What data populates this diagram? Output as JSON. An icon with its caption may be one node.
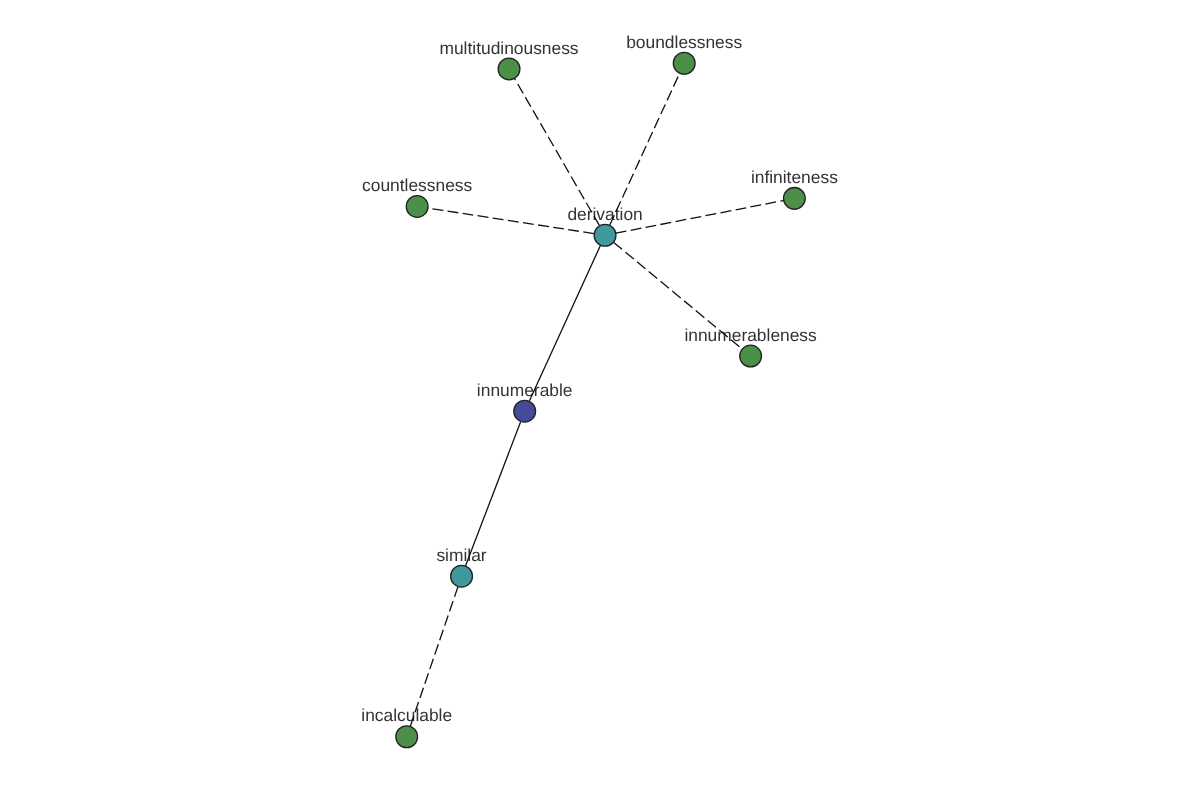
{
  "diagram": {
    "nodes": [
      {
        "text": [
          "multitudinousness"
        ]
      },
      {
        "text": [
          "infiniteness"
        ]
      },
      {
        "text": [
          "innumerableness"
        ]
      },
      {
        "text": [
          "derivation"
        ]
      },
      {
        "text": [
          "boundlessness"
        ]
      },
      {
        "text": [
          "countlessness"
        ]
      },
      {
        "text": [
          "innumerable"
        ]
      },
      {
        "text": [
          "similar"
        ]
      },
      {
        "text": [
          "incalculable"
        ]
      }
    ],
    "edges": [
      {
        "from": 3,
        "to": 0,
        "arrow": "none",
        "style": "dashed"
      },
      {
        "from": 3,
        "to": 1,
        "arrow": "none",
        "style": "dashed"
      },
      {
        "from": 3,
        "to": 2,
        "arrow": "none",
        "style": "dashed"
      },
      {
        "from": 3,
        "to": 4,
        "arrow": "none",
        "style": "dashed"
      },
      {
        "from": 3,
        "to": 5,
        "arrow": "none",
        "style": "dashed"
      },
      {
        "from": 6,
        "to": 3,
        "arrow": "none"
      },
      {
        "from": 6,
        "to": 7,
        "arrow": "none"
      },
      {
        "from": 7,
        "to": 8,
        "arrow": "none",
        "style": "dashed"
      }
    ]
  }
}
